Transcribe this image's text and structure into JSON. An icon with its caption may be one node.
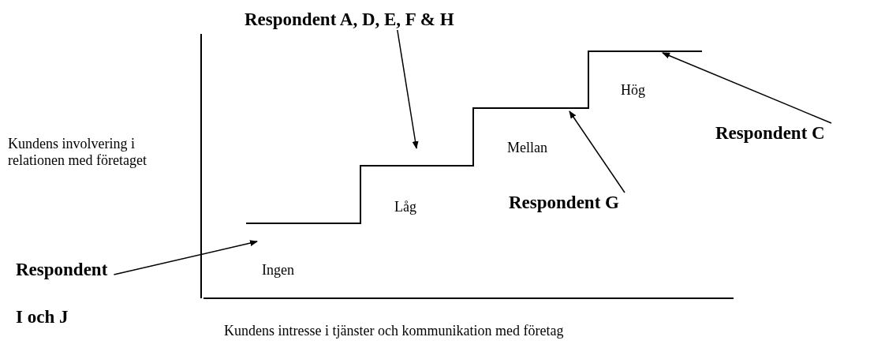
{
  "diagram": {
    "nodes": [
      {
        "text": [
          "Respondent A, D, E, F & H"
        ]
      },
      {
        "text": [
          "Respondent G"
        ]
      },
      {
        "text": [
          "Respondent C"
        ]
      },
      {
        "text": [
          "Respondent I och J"
        ]
      }
    ],
    "edges": [
      {
        "from": 0,
        "to": null,
        "arrow": "to"
      },
      {
        "from": 1,
        "to": null,
        "arrow": "to"
      },
      {
        "from": 2,
        "to": null,
        "arrow": "to"
      },
      {
        "from": 3,
        "to": null,
        "arrow": "to"
      }
    ],
    "labels": [
      "Kundens involvering i relationen med företaget",
      "Ingen",
      "Låg",
      "Mellan",
      "Hög",
      "Kundens intresse i tjänster och kommunikation med företag"
    ]
  }
}
